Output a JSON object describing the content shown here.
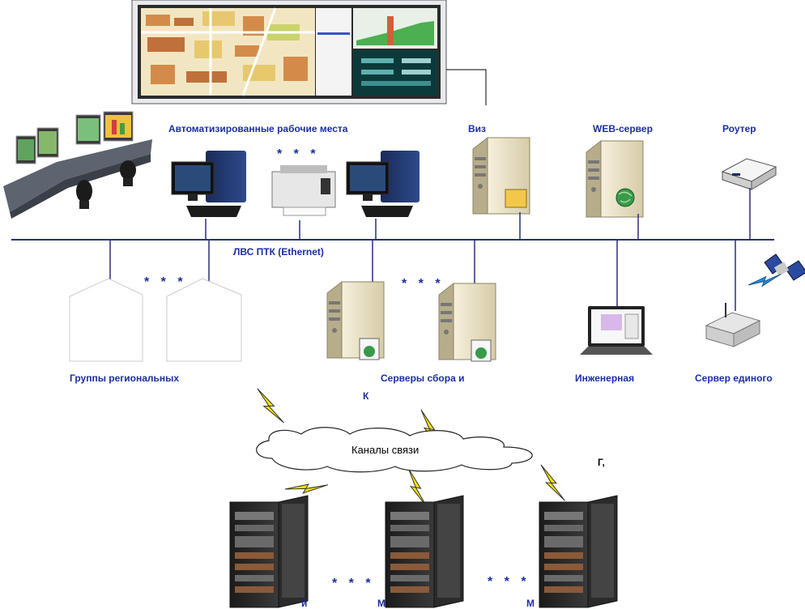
{
  "labels": {
    "workstations": "Автоматизированные рабочие места",
    "visualization": "Виз",
    "web_server": "WEB-сервер",
    "router": "Роутер",
    "lan": "ЛВС ПТК (Ethernet)",
    "regional_groups": "Группы региональных",
    "collection_servers": "Серверы сбора и",
    "ks": "К",
    "engineering": "Инженерная",
    "time_server": "Сервер единого",
    "channels": "Каналы связи",
    "p_mark": "Г,",
    "bottom_left": "й",
    "bottom_mid": "М",
    "bottom_right": "М"
  },
  "stars": "* * *",
  "icons": [
    "video-wall-icon",
    "control-room-icon",
    "workstation-pc-icon",
    "printer-icon",
    "server-icon",
    "web-server-icon",
    "router-icon",
    "laptop-icon",
    "gps-satellite-icon",
    "gps-receiver-icon",
    "lightning-icon",
    "cloud-icon",
    "server-rack-icon"
  ],
  "colors": {
    "bus": "#2a2f7a",
    "label": "#1a2fa0",
    "lightning": "#f5e100",
    "server_body": "#ece4c8"
  }
}
